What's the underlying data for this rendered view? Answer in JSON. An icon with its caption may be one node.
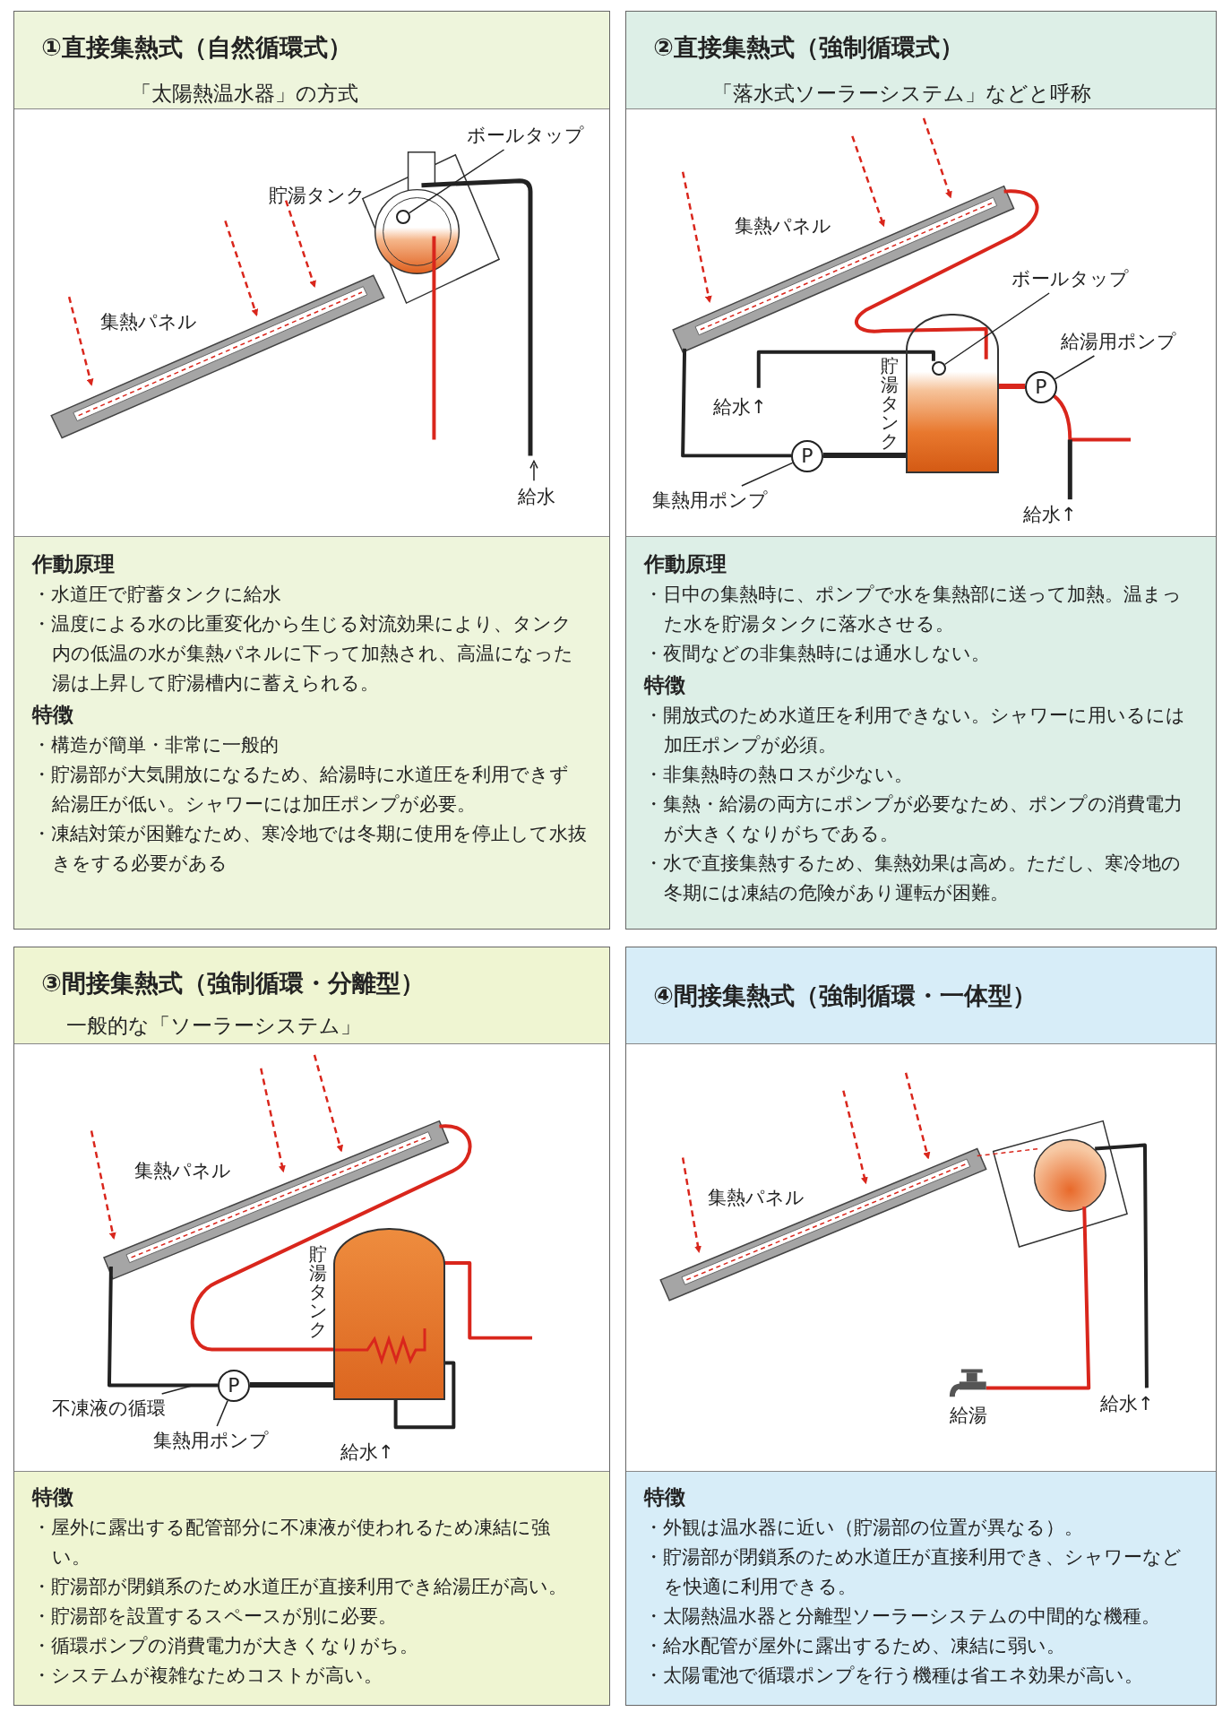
{
  "diagram": {
    "nodes": [
      {
        "text": [
          "①直接集熱式（自然循環式）",
          "「太陽熱温水器」の方式",
          "作動原理",
          "・水道圧で貯蓄タンクに給水",
          "・温度による水の比重変化から生じる対流効果により、タンク内の低温の水が集熱パネルに下って加熱され、高温になった湯は上昇して貯湯槽内に蓄えられる。",
          "特徴",
          "・構造が簡単・非常に一般的",
          "・貯湯部が大気開放になるため、給湯時に水道圧を利用できず給湯圧が低い。シャワーには加圧ポンプが必要。",
          "・凍結対策が困難なため、寒冷地では冬期に使用を停止して水抜きをする必要がある"
        ]
      },
      {
        "text": [
          "ボールタップ"
        ],
        "in": 0
      },
      {
        "text": [],
        "shape": "circle",
        "in": 0
      },
      {
        "text": [
          "②直接集熱式（強制循環式）",
          "「落水式ソーラーシステム」などと呼称",
          "作動原理",
          "・日中の集熱時に、ポンプで水を集熱部に送って加熱。温まった水を貯湯タンクに落水させる。",
          "・夜間などの非集熱時には通水しない。",
          "特徴",
          "・開放式のため水道圧を利用できない。シャワーに用いるには加圧ポンプが必須。",
          "・非集熱時の熱ロスが少ない。",
          "・集熱・給湯の両方にポンプが必要なため、ポンプの消費電力が大きくなりがちである。",
          "・水で直接集熱するため、集熱効果は高め。ただし、寒冷地の冬期には凍結の危険があり運転が困難。"
        ]
      },
      {
        "text": [
          "ボールタップ"
        ],
        "in": 3
      },
      {
        "text": [],
        "shape": "box",
        "beside": [
          "貯湯タンク"
        ],
        "in": 3
      },
      {
        "text": [],
        "shape": "circle",
        "in": 5
      },
      {
        "text": [
          "給湯用ポンプ"
        ],
        "in": 3
      },
      {
        "text": [
          "P"
        ],
        "in": 3
      },
      {
        "text": [
          "P"
        ],
        "in": 3
      },
      {
        "text": [
          "集熱用ポンプ"
        ],
        "in": 3
      },
      {
        "text": [
          "③間接集熱式（強制循環・分離型）",
          "一般的な「ソーラーシステム」",
          "特徴",
          "・屋外に露出する配管部分に不凍液が使われるため凍結に強い。",
          "・貯湯部が閉鎖系のため水道圧が直接利用でき給湯圧が高い。",
          "・貯湯部を設置するスペースが別に必要。",
          "・循環ポンプの消費電力が大きくなりがち。",
          "・システムが複雑なためコストが高い。"
        ]
      },
      {
        "text": [],
        "shape": "box",
        "beside": [
          "貯湯タンク"
        ],
        "in": 11
      },
      {
        "text": [
          "P"
        ],
        "in": 11
      },
      {
        "text": [
          "不凍液の循環"
        ],
        "in": 11
      },
      {
        "text": [
          "集熱用ポンプ"
        ],
        "in": 11
      },
      {
        "text": [
          "④間接集熱式（強制循環・一体型）",
          "特徴",
          "・外観は温水器に近い（貯湯部の位置が異なる）。",
          "・貯湯部が閉鎖系のため水道圧が直接利用でき、シャワーなどを快適に利用できる。",
          "・太陽熱温水器と分離型ソーラーシステムの中間的な機種。",
          "・給水配管が屋外に露出するため、凍結に弱い。",
          "・太陽電池で循環ポンプを行う機種は省エネ効果が高い。"
        ]
      }
    ],
    "edges": [
      {
        "from": 1,
        "to": 2,
        "arrow": "none"
      },
      {
        "from": 4,
        "to": 6,
        "arrow": "none"
      },
      {
        "from": 7,
        "to": 8,
        "arrow": "none"
      },
      {
        "from": 10,
        "to": 9,
        "arrow": "none"
      },
      {
        "from": 14,
        "to": null,
        "arrow": "none"
      },
      {
        "from": 15,
        "to": 13,
        "arrow": "none"
      },
      {
        "from": 9,
        "to": 5,
        "arrow": "none",
        "style": "thick"
      },
      {
        "from": 5,
        "to": 8,
        "arrow": "none",
        "style": "thick",
        "color": "#d9261c"
      },
      {
        "from": 13,
        "to": 12,
        "arrow": "none",
        "style": "thick"
      }
    ],
    "labels": [
      "貯湯タンク",
      "集熱パネル",
      "給水",
      "集熱パネル",
      "給水↑",
      "給水↑",
      "集熱パネル",
      "給水↑",
      "集熱パネル",
      "給湯",
      "給水↑"
    ]
  }
}
